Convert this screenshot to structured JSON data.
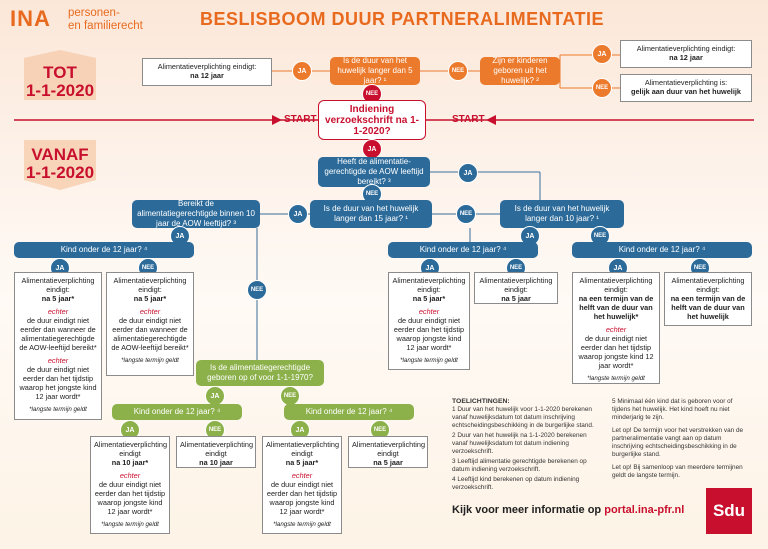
{
  "header": {
    "logo": "INA",
    "logo_sub1": "personen-",
    "logo_sub2": "en familierecht",
    "title": "BESLISBOOM DUUR PARTNERALIMENTATIE"
  },
  "timeline": {
    "tot_1": "TOT",
    "tot_2": "1-1-2020",
    "vanaf_1": "VANAF",
    "vanaf_2": "1-1-2020",
    "start_left": "START",
    "start_right": "START"
  },
  "top": {
    "q_filing": "Indiening verzoekschrift na 1-1-2020?",
    "q_marriage5": "Is de duur van het huwelijk langer dan 5 jaar? ¹",
    "q_children": "Zijn er kinderen geboren uit het huwelijk? ²",
    "res_left_1": "Alimentatieverplichting eindigt:",
    "res_left_2": "na 12 jaar",
    "res_right_top_1": "Alimentatieverplichting eindigt:",
    "res_right_top_2": "na 12 jaar",
    "res_right_bot_1": "Alimentatieverplichting is:",
    "res_right_bot_2": "gelijk aan duur van het huwelijk"
  },
  "labels": {
    "ja": "JA",
    "nee": "NEE"
  },
  "mid": {
    "q_aow": "Heeft de alimentatie-gerechtigde de AOW leeftijd bereikt? ³",
    "q_marriage15": "Is de duur van het huwelijk langer dan 15 jaar? ¹",
    "q_aow10": "Bereikt de alimentatiegerechtigde binnen 10 jaar de AOW leeftijd? ³",
    "q_marriage10": "Is de duur van het huwelijk langer dan 10 jaar? ¹",
    "q_child12": "Kind onder de 12 jaar? ⁴",
    "q_born1970": "Is de alimentatiegerechtigde geboren op of voor 1-1-1970?"
  },
  "results": {
    "head": "Alimentatieverplichting eindigt:",
    "head_short": "Alimentatieverplichting eindigt",
    "na5": "na 5 jaar",
    "na5_star": "na 5 jaar*",
    "na10": "na 10 jaar",
    "na10_star": "na 10 jaar*",
    "half": "na een termijn van de helft van de duur van het huwelijk",
    "half_star": "na een termijn van de helft van de duur van het huwelijk*",
    "echter": "echter",
    "aow_text": "de duur eindigt niet eerder dan wanneer de alimentatiegerechtigde de AOW-leeftijd bereikt*",
    "kid_text": "de duur eindigt niet eerder dan het tijdstip waarop het jongste kind 12 jaar wordt*",
    "kid_text_b": "de duur eindigt niet eerder dan het tijdstip waarop jongste kind 12 jaar wordt*",
    "footnote": "*langste termijn geldt"
  },
  "notes": {
    "title": "TOELICHTINGEN:",
    "n1": "1 Duur van het huwelijk voor 1-1-2020 berekenen vanaf huwelijksdatum tot datum inschrijving echtscheidingsbeschikking in de burgerlijke stand.",
    "n2": "2 Duur van het huwelijk na 1-1-2020 berekenen vanaf huwelijksdatum tot datum indiening verzoekschrift.",
    "n3": "3 Leeftijd alimentatie gerechtigde berekenen op datum indiening verzoekschrift.",
    "n4": "4 Leeftijd kind berekenen op datum indiening verzoekschrift.",
    "n5": "5 Minimaal één kind dat is geboren voor of tijdens het huwelijk. Het kind hoeft nu niet minderjarig te zijn.",
    "n6": "Let op! De termijn voor het verstrekken van de partneralimentatie vangt aan op datum inschrijving echtscheidingsbeschikking in de burgerlijke stand.",
    "n7": "Let op! Bij samenloop van meerdere termijnen geldt de langste termijn."
  },
  "footer": {
    "more_info": "Kijk voor meer informatie op",
    "url": "portal.ina-pfr.nl",
    "brand": "Sdu"
  },
  "colors": {
    "orange": "#ec7a2c",
    "red": "#c8102e",
    "blue": "#2b6a99",
    "green": "#8cb04a"
  }
}
